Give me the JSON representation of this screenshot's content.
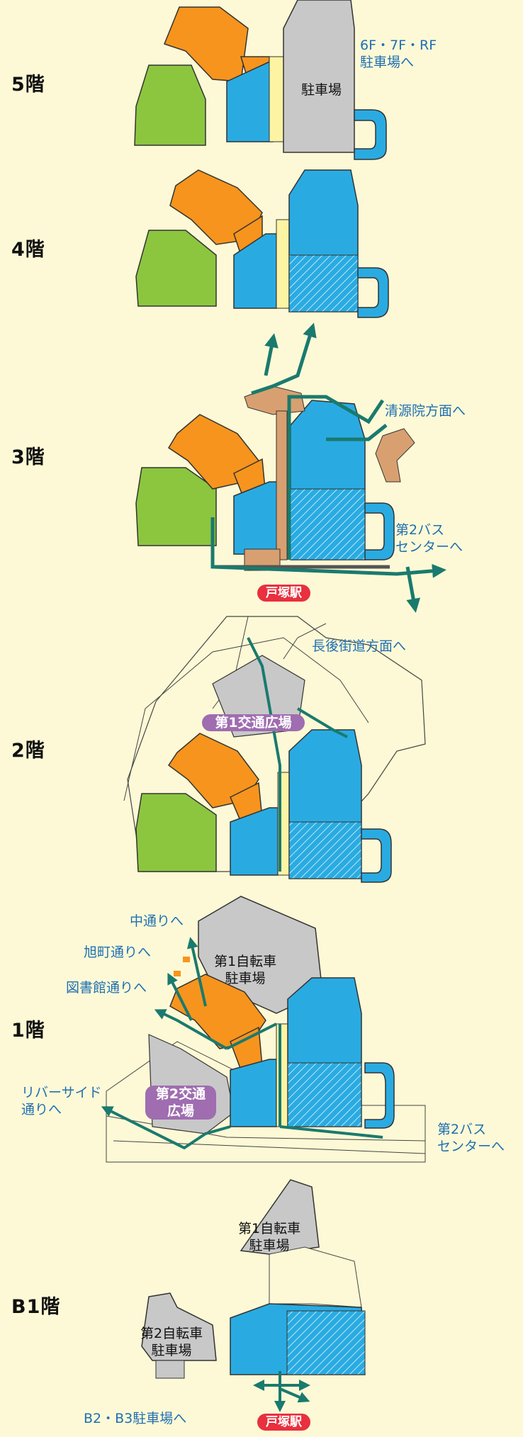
{
  "floors": {
    "f5": "5階",
    "f4": "4階",
    "f3": "3階",
    "f2": "2階",
    "f1": "1階",
    "b1": "B1階"
  },
  "labels": {
    "parking_upper": "6F・7F・RF\n駐車場へ",
    "parking_5f": "駐車場",
    "seigen_in": "清源院方面へ",
    "bus2_3f": "第2バス\nセンターへ",
    "totsuka_3f": "戸塚駅",
    "nagago": "長後街道方面へ",
    "plaza1": "第1交通広場",
    "naka": "中通りへ",
    "asahi": "旭町通りへ",
    "library": "図書館通りへ",
    "bike1_1f": "第1自転車\n駐車場",
    "riverside": "リバーサイド\n通りへ",
    "plaza2": "第2交通\n広場",
    "bus2_1f": "第2バス\nセンターへ",
    "bike1_b1": "第1自転車\n駐車場",
    "bike2_b1": "第2自転車\n駐車場",
    "b2b3": "B2・B3駐車場へ",
    "totsuka_b1": "戸塚駅"
  },
  "colors": {
    "background": "#fdf9d6",
    "green_building": "#8cc63f",
    "orange_building": "#f7941d",
    "blue_building": "#29abe2",
    "gray_building": "#c8c8c8",
    "yellow_corridor": "#fcf4a3",
    "route": "#1a7a6e",
    "label_text": "#1f6fb3",
    "station_pill": "#e8303e",
    "plaza_purple": "#9f6db0"
  }
}
